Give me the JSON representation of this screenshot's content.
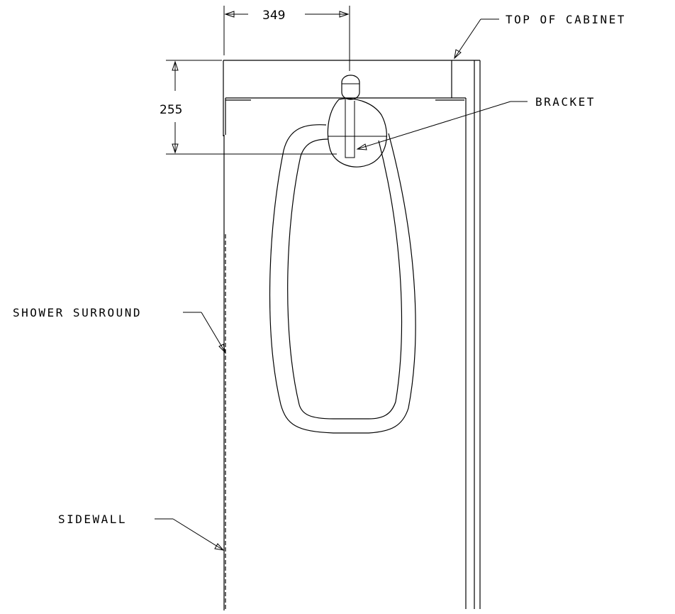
{
  "labels": {
    "top_of_cabinet": "TOP OF CABINET",
    "bracket": "BRACKET",
    "shower_surround": "SHOWER SURROUND",
    "sidewall": "SIDEWALL"
  },
  "dimensions": {
    "horizontal": "349",
    "vertical": "255"
  }
}
